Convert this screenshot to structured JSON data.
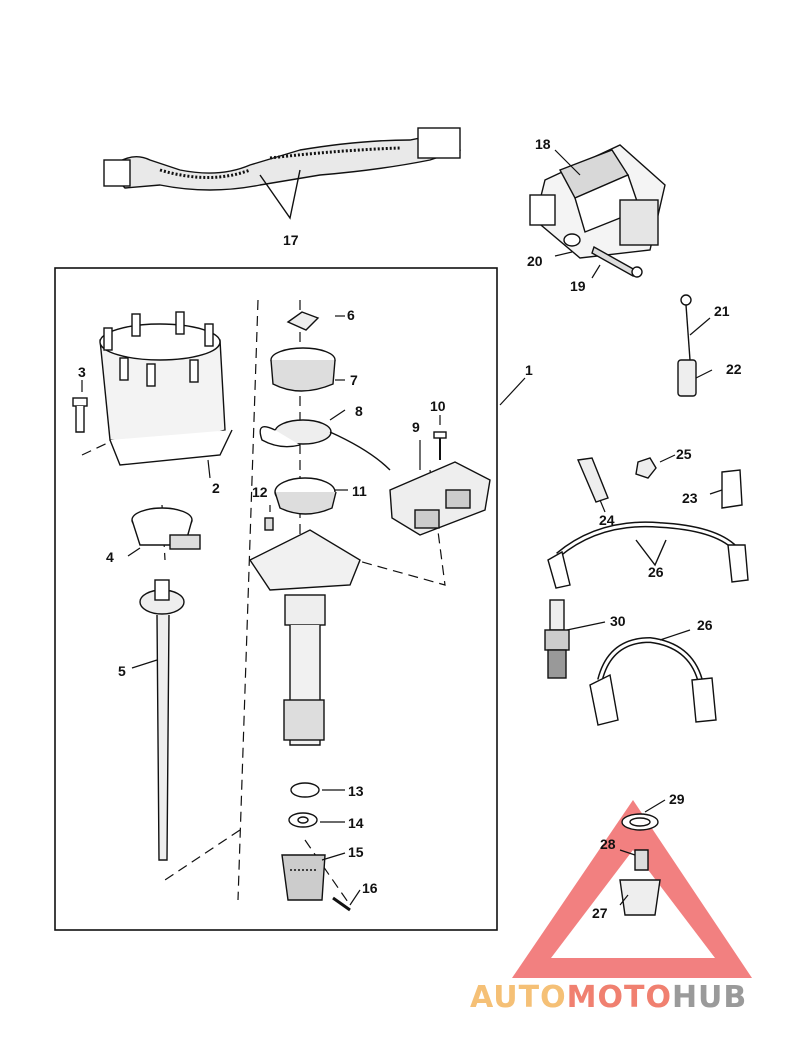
{
  "callouts": [
    {
      "id": "1",
      "text": "1"
    },
    {
      "id": "2",
      "text": "2"
    },
    {
      "id": "3",
      "text": "3"
    },
    {
      "id": "4",
      "text": "4"
    },
    {
      "id": "5",
      "text": "5"
    },
    {
      "id": "6",
      "text": "6"
    },
    {
      "id": "7",
      "text": "7"
    },
    {
      "id": "8",
      "text": "8"
    },
    {
      "id": "9",
      "text": "9"
    },
    {
      "id": "10",
      "text": "10"
    },
    {
      "id": "11",
      "text": "11"
    },
    {
      "id": "12",
      "text": "12"
    },
    {
      "id": "13",
      "text": "13"
    },
    {
      "id": "14",
      "text": "14"
    },
    {
      "id": "15",
      "text": "15"
    },
    {
      "id": "16",
      "text": "16"
    },
    {
      "id": "17",
      "text": "17"
    },
    {
      "id": "18",
      "text": "18"
    },
    {
      "id": "19",
      "text": "19"
    },
    {
      "id": "20",
      "text": "20"
    },
    {
      "id": "21",
      "text": "21"
    },
    {
      "id": "22",
      "text": "22"
    },
    {
      "id": "23",
      "text": "23"
    },
    {
      "id": "24",
      "text": "24"
    },
    {
      "id": "25",
      "text": "25"
    },
    {
      "id": "26a",
      "text": "26"
    },
    {
      "id": "26b",
      "text": "26"
    },
    {
      "id": "27",
      "text": "27"
    },
    {
      "id": "28",
      "text": "28"
    },
    {
      "id": "29",
      "text": "29"
    },
    {
      "id": "30",
      "text": "30"
    }
  ],
  "watermark": {
    "part1": "AUTO",
    "part2": "MOTO",
    "part3": "HUB",
    "color_auto": "#f5c076",
    "color_moto": "#f08070",
    "color_hub": "#9a9a9a",
    "triangle_color": "#f06a6a"
  }
}
